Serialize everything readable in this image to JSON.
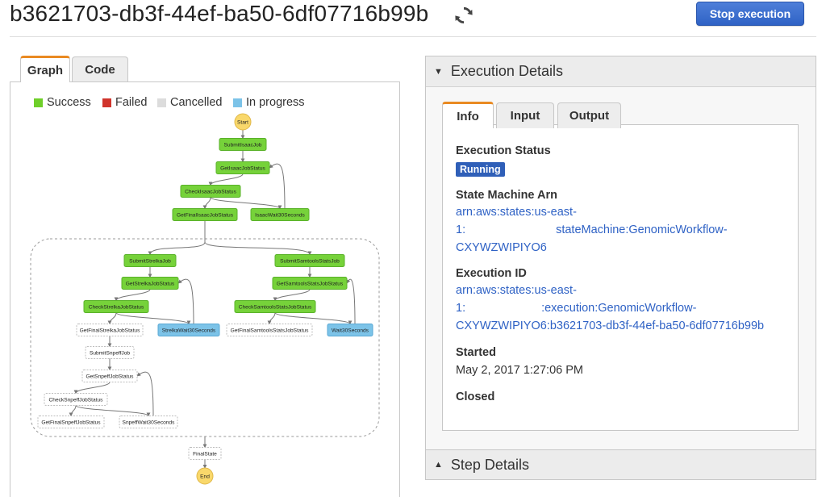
{
  "header": {
    "execution_id": "b3621703-db3f-44ef-ba50-6df07716b99b",
    "refresh_icon": "refresh-icon",
    "stop_button": "Stop execution"
  },
  "graph_tabs": [
    {
      "label": "Graph",
      "active": true
    },
    {
      "label": "Code",
      "active": false
    }
  ],
  "legend": [
    {
      "label": "Success",
      "color": "#6fcf2a"
    },
    {
      "label": "Failed",
      "color": "#d0342c"
    },
    {
      "label": "Cancelled",
      "color": "#dcdcdc"
    },
    {
      "label": "In progress",
      "color": "#7cc3e8"
    }
  ],
  "graph": {
    "colors": {
      "success": "#76d23a",
      "success_border": "#5ab22a",
      "in_progress": "#7cc3e8",
      "in_progress_border": "#5aa8d4",
      "not_started": "#ffffff",
      "not_started_border": "#bdbdbd",
      "terminal": "#f9d86b",
      "terminal_border": "#e0b84a",
      "edge": "#777777"
    },
    "nodes": [
      {
        "id": "start",
        "label": "Start",
        "status": "terminal"
      },
      {
        "id": "submitIsaac",
        "label": "SubmitIsaacJob",
        "status": "success"
      },
      {
        "id": "getIsaac",
        "label": "GetIsaacJobStatus",
        "status": "success"
      },
      {
        "id": "checkIsaac",
        "label": "CheckIsaacJobStatus",
        "status": "success"
      },
      {
        "id": "getFinalIsaac",
        "label": "GetFinalIsaacJobStatus",
        "status": "success"
      },
      {
        "id": "isaacWait",
        "label": "IsaacWait30Seconds",
        "status": "success"
      },
      {
        "id": "submitStrelka",
        "label": "SubmitStrelkaJob",
        "status": "success"
      },
      {
        "id": "getStrelka",
        "label": "GetStrelkaJobStatus",
        "status": "success"
      },
      {
        "id": "checkStrelka",
        "label": "CheckStrelkaJobStatus",
        "status": "success"
      },
      {
        "id": "getFinalStrelka",
        "label": "GetFinalStrelkaJobStatus",
        "status": "not_started"
      },
      {
        "id": "strelkaWait",
        "label": "StrelkaWait30Seconds",
        "status": "in_progress"
      },
      {
        "id": "submitSamtools",
        "label": "SubmitSamtoolsStatsJob",
        "status": "success"
      },
      {
        "id": "getSamtools",
        "label": "GetSamtoolsStatsJobStatus",
        "status": "success"
      },
      {
        "id": "checkSamtools",
        "label": "CheckSamtoolsStatsJobStatus",
        "status": "success"
      },
      {
        "id": "getFinalSamtools",
        "label": "GetFinalSamtoolsStatsJobStatus",
        "status": "not_started"
      },
      {
        "id": "wait30",
        "label": "Wait30Seconds",
        "status": "in_progress"
      },
      {
        "id": "submitSnpeff",
        "label": "SubmitSnpeffJob",
        "status": "not_started"
      },
      {
        "id": "getSnpeff",
        "label": "GetSnpeffJobStatus",
        "status": "not_started"
      },
      {
        "id": "checkSnpeff",
        "label": "CheckSnpeffJobStatus",
        "status": "not_started"
      },
      {
        "id": "getFinalSnpeff",
        "label": "GetFinalSnpeffJobStatus",
        "status": "not_started"
      },
      {
        "id": "snpeffWait",
        "label": "SnpeffWait30Seconds",
        "status": "not_started"
      },
      {
        "id": "finalState",
        "label": "FinalState",
        "status": "not_started"
      },
      {
        "id": "end",
        "label": "End",
        "status": "terminal"
      }
    ]
  },
  "execution_details": {
    "title": "Execution Details",
    "tabs": [
      {
        "label": "Info",
        "active": true
      },
      {
        "label": "Input",
        "active": false
      },
      {
        "label": "Output",
        "active": false
      }
    ],
    "status_label": "Execution Status",
    "status_value": "Running",
    "status_color": "#2f5fb8",
    "arn_label": "State Machine Arn",
    "arn_line1": "arn:aws:states:us-east-",
    "arn_line2_prefix": "1:",
    "arn_line2_suffix": "stateMachine:GenomicWorkflow-",
    "arn_line3": "CXYWZWIPIYO6",
    "exec_id_label": "Execution ID",
    "exec_id_line1": "arn:aws:states:us-east-",
    "exec_id_line2_prefix": "1:",
    "exec_id_line2_suffix": ":execution:GenomicWorkflow-",
    "exec_id_line3": "CXYWZWIPIYO6:b3621703-db3f-44ef-ba50-6df07716b99b",
    "started_label": "Started",
    "started_value": "May 2, 2017 1:27:06 PM",
    "closed_label": "Closed"
  },
  "step_details": {
    "title": "Step Details"
  }
}
